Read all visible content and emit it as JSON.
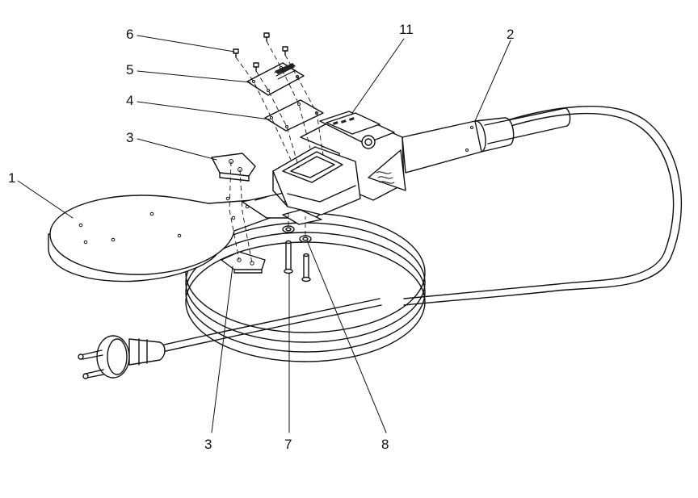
{
  "callouts": {
    "c1": "1",
    "c2": "2",
    "c3_top": "3",
    "c3_bottom": "3",
    "c4": "4",
    "c5": "5",
    "c6": "6",
    "c7": "7",
    "c8": "8",
    "c11": "11"
  }
}
